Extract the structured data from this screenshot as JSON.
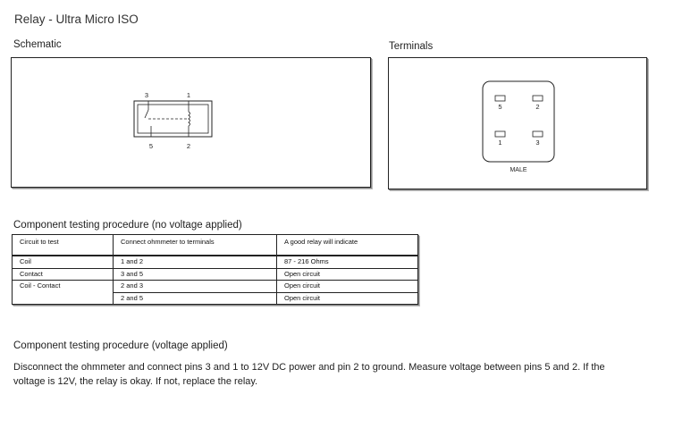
{
  "page": {
    "title": "Relay - Ultra Micro ISO"
  },
  "schematic": {
    "heading": "Schematic",
    "pin_labels": {
      "top_left": "3",
      "top_right": "1",
      "bottom_left": "5",
      "bottom_right": "2"
    }
  },
  "terminals": {
    "heading": "Terminals",
    "pins": [
      "5",
      "2",
      "1",
      "3"
    ],
    "connector_label": "MALE"
  },
  "no_voltage_test": {
    "heading": "Component testing procedure (no voltage applied)",
    "columns": [
      "Circuit to test",
      "Connect ohmmeter to terminals",
      "A good relay will indicate"
    ],
    "rows": [
      [
        "Coil",
        "1 and 2",
        "87 - 216  Ohms"
      ],
      [
        "Contact",
        "3 and 5",
        "Open circuit"
      ],
      [
        "Coil - Contact",
        "2 and 3",
        "Open circuit"
      ],
      [
        "",
        "2 and 5",
        "Open circuit"
      ]
    ]
  },
  "voltage_test": {
    "heading": "Component testing procedure (voltage applied)",
    "paragraph": "Disconnect the ohmmeter and connect pins 3 and 1 to 12V DC power and pin 2 to ground. Measure voltage between pins 5 and 2. If the voltage is 12V, the relay is okay. If not, replace the relay."
  }
}
